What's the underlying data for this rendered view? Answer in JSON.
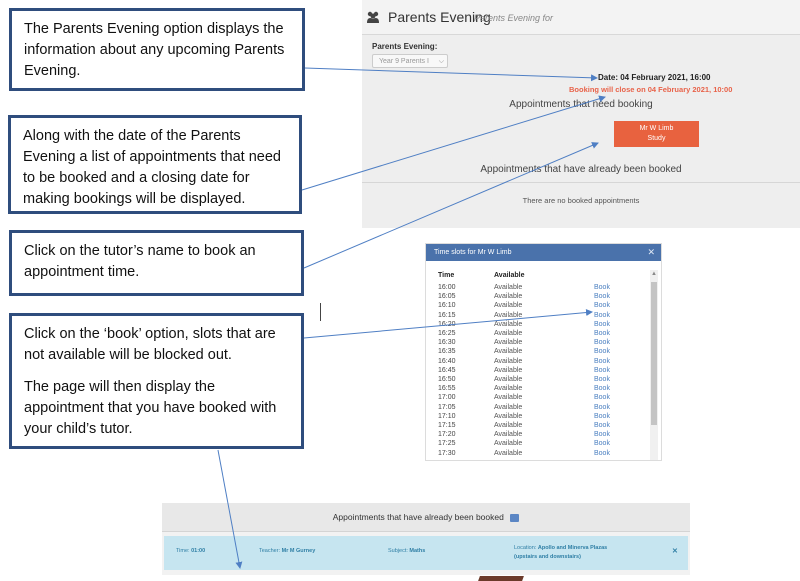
{
  "callouts": [
    {
      "paragraphs": [
        "The Parents Evening option displays the information about any upcoming Parents Evening."
      ]
    },
    {
      "paragraphs": [
        "Along with the date of the Parents Evening a list of appointments that need to be booked and a closing date for making bookings will be displayed."
      ]
    },
    {
      "paragraphs": [
        "Click on the tutor’s name to book an appointment time."
      ]
    },
    {
      "paragraphs": [
        "Click on the ‘book’ option, slots that are not available will be blocked out.",
        "The page will then display the appointment that you have booked with your child’s tutor."
      ]
    }
  ],
  "panel1": {
    "title": "Parents Evening",
    "title_sub": "Parents Evening for",
    "label": "Parents Evening:",
    "select_value": "Year 9 Parents I",
    "date": "Date: 04 February 2021, 16:00",
    "closing": "Booking will close on 04 February 2021, 10:00",
    "need_heading": "Appointments that need booking",
    "tutor_name": "Mr W Limb",
    "tutor_subject": "Study",
    "booked_heading": "Appointments that have already been booked",
    "none_text": "There are no booked appointments"
  },
  "panel2": {
    "title": "Time slots for Mr W Limb",
    "close_icon": "close-icon",
    "col_time": "Time",
    "col_available": "Available",
    "slots": [
      {
        "time": "16:00",
        "status": "Available",
        "action": "Book"
      },
      {
        "time": "16:05",
        "status": "Available",
        "action": "Book"
      },
      {
        "time": "16:10",
        "status": "Available",
        "action": "Book"
      },
      {
        "time": "16:15",
        "status": "Available",
        "action": "Book"
      },
      {
        "time": "16:20",
        "status": "Available",
        "action": "Book"
      },
      {
        "time": "16:25",
        "status": "Available",
        "action": "Book"
      },
      {
        "time": "16:30",
        "status": "Available",
        "action": "Book"
      },
      {
        "time": "16:35",
        "status": "Available",
        "action": "Book"
      },
      {
        "time": "16:40",
        "status": "Available",
        "action": "Book"
      },
      {
        "time": "16:45",
        "status": "Available",
        "action": "Book"
      },
      {
        "time": "16:50",
        "status": "Available",
        "action": "Book"
      },
      {
        "time": "16:55",
        "status": "Available",
        "action": "Book"
      },
      {
        "time": "17:00",
        "status": "Available",
        "action": "Book"
      },
      {
        "time": "17:05",
        "status": "Available",
        "action": "Book"
      },
      {
        "time": "17:10",
        "status": "Available",
        "action": "Book"
      },
      {
        "time": "17:15",
        "status": "Available",
        "action": "Book"
      },
      {
        "time": "17:20",
        "status": "Available",
        "action": "Book"
      },
      {
        "time": "17:25",
        "status": "Available",
        "action": "Book"
      },
      {
        "time": "17:30",
        "status": "Available",
        "action": "Book"
      }
    ]
  },
  "panel3": {
    "heading": "Appointments that have already been booked",
    "time_label": "Time:",
    "time_value": "01:00",
    "teacher_label": "Teacher:",
    "teacher_value": "Mr M Gurney",
    "subject_label": "Subject:",
    "subject_value": "Maths",
    "location_label": "Location:",
    "location_value": "Apollo and Minerva Plazas",
    "location_note": "(upstairs and downstairs)"
  },
  "colors": {
    "callout_border": "#2f4d7d",
    "arrow": "#4f7fc4",
    "booking_button": "#e8623f",
    "closing_text": "#e8634a",
    "dialog_header": "#4a72ab",
    "booked_row": "#c6e5f0"
  }
}
